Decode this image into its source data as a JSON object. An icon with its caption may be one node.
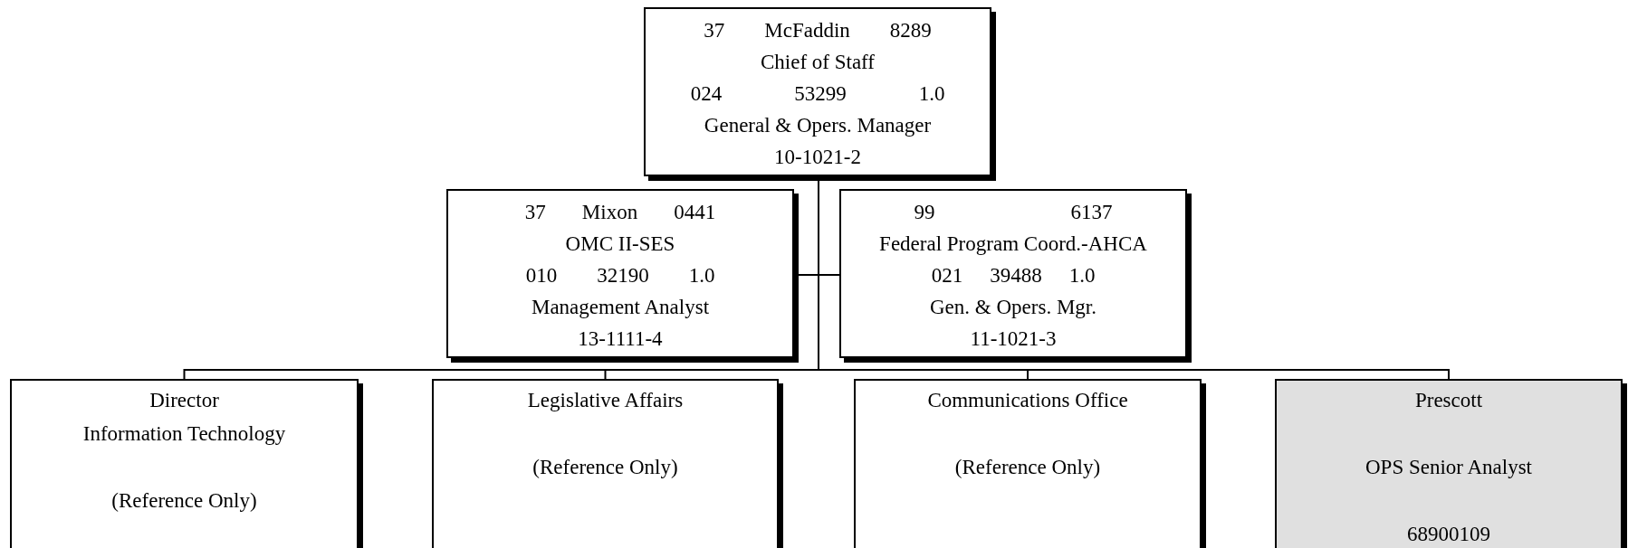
{
  "diagram": {
    "nodes": [
      {
        "text": [
          "37",
          "McFaddin",
          "8289",
          "Chief of Staff",
          "024",
          "53299",
          "1.0",
          "General & Opers. Manager",
          "10-1021-2"
        ]
      },
      {
        "text": [
          "37",
          "Mixon",
          "0441",
          "OMC II-SES",
          "010",
          "32190",
          "1.0",
          "Management Analyst",
          "13-1111-4"
        ]
      },
      {
        "text": [
          "99",
          "6137",
          "Federal Program Coord.-AHCA",
          "021",
          "39488",
          "1.0",
          "Gen. & Opers. Mgr.",
          "11-1021-3"
        ]
      },
      {
        "text": [
          "Director",
          "Information Technology",
          "(Reference Only)"
        ]
      },
      {
        "text": [
          "Legislative Affairs",
          "(Reference Only)"
        ]
      },
      {
        "text": [
          "Communications Office",
          "(Reference Only)"
        ]
      },
      {
        "text": [
          "Prescott",
          "OPS Senior Analyst",
          "68900109"
        ]
      }
    ],
    "edges": [
      {
        "from": 0,
        "to": 1,
        "arrow": "none"
      },
      {
        "from": 0,
        "to": 2,
        "arrow": "none"
      },
      {
        "from": 0,
        "to": 3,
        "arrow": "none"
      },
      {
        "from": 0,
        "to": 4,
        "arrow": "none"
      },
      {
        "from": 0,
        "to": 5,
        "arrow": "none"
      },
      {
        "from": 0,
        "to": 6,
        "arrow": "none"
      }
    ]
  }
}
